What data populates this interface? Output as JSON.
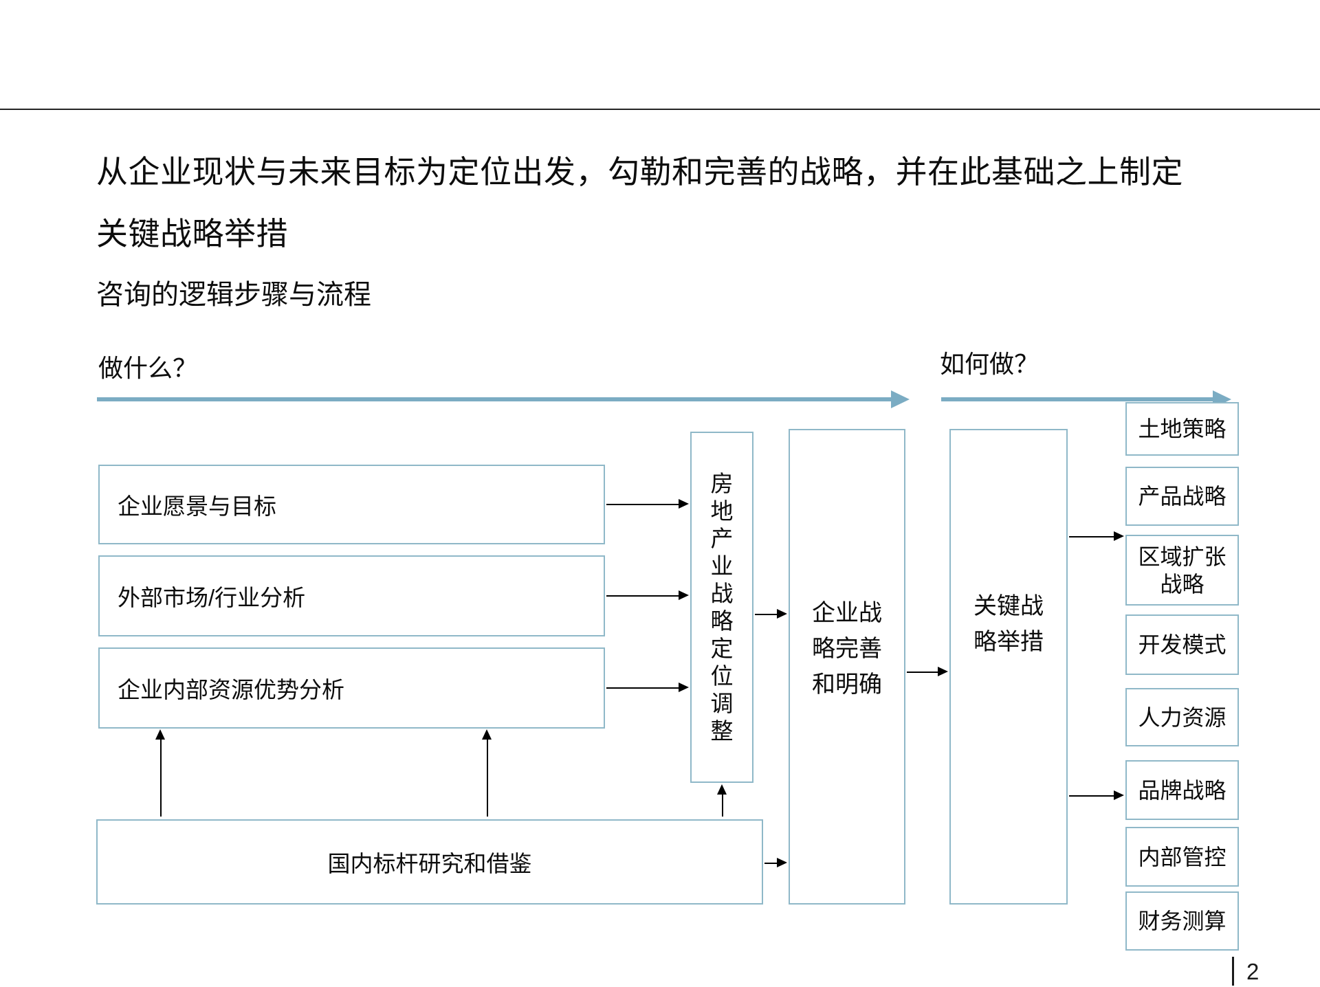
{
  "slide": {
    "title_line1": "从企业现状与未来目标为定位出发，勾勒和完善的战略，并在此基础之上制定",
    "title_line2": "关键战略举措",
    "subtitle": "咨询的逻辑步骤与流程",
    "page_number": "2"
  },
  "diagram": {
    "question_left": "做什么？",
    "question_right": "如何做？",
    "left_boxes": [
      "企业愿景与目标",
      "外部市场/行业分析",
      "企业内部资源优势分析"
    ],
    "benchmark_box": "国内标杆研究和借鉴",
    "positioning_box": "房地产业战略定位调整",
    "strategy_box": "企业战\n略完善\n和明确",
    "initiatives_box": "关键战\n略举措",
    "right_boxes": [
      "土地策略",
      "产品战略",
      "区域扩张\n战略",
      "开发模式",
      "人力资源",
      "品牌战略",
      "内部管控",
      "财务测算"
    ],
    "colors": {
      "accent_teal": "#7bacc3",
      "box_border": "#8fb8c8"
    }
  }
}
